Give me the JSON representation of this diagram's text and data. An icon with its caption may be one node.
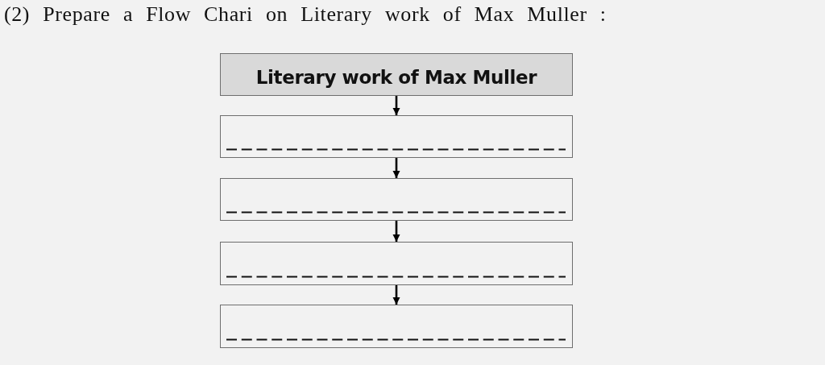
{
  "diagram": {
    "title": "(2) Prepare a Flow Chari on Literary work of Max Muller :",
    "nodes": [
      {
        "text": [
          "Literary work of Max Muller"
        ]
      },
      {
        "text": [],
        "shape": "box"
      },
      {
        "text": [],
        "shape": "box"
      },
      {
        "text": [],
        "shape": "box"
      },
      {
        "text": [],
        "shape": "box"
      }
    ],
    "edges": [
      {
        "from": 0,
        "to": 1,
        "arrow": "to"
      },
      {
        "from": 1,
        "to": 2,
        "arrow": "to"
      },
      {
        "from": 2,
        "to": 3,
        "arrow": "to"
      },
      {
        "from": 3,
        "to": 4,
        "arrow": "to"
      }
    ]
  }
}
